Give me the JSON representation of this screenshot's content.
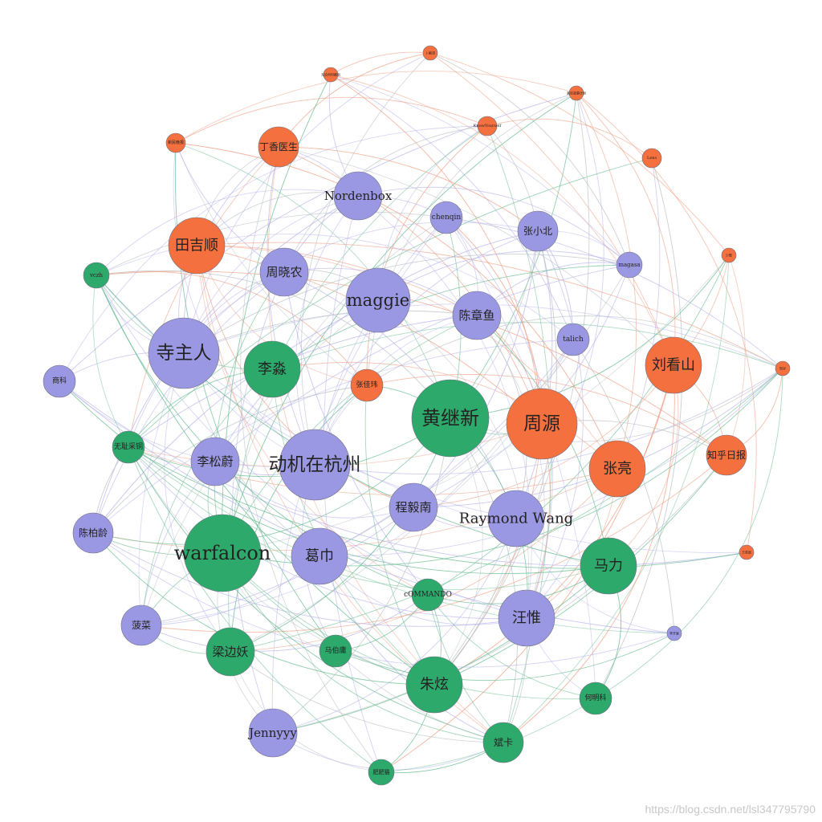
{
  "colors": {
    "orange": "#f4703f",
    "purple": "#9b98e3",
    "green": "#2daa6b",
    "edge_orange": "#ef9a7c",
    "edge_purple": "#b3b0ea",
    "edge_green": "#5fb98a",
    "edge_gray": "#b8bfc4"
  },
  "nodes": [
    {
      "id": "n_bushiyi",
      "label": "卜解语",
      "group": "orange",
      "weight": 1
    },
    {
      "id": "n_wulun",
      "label": "无论何时都别",
      "group": "orange",
      "weight": 1
    },
    {
      "id": "n_zhenshi",
      "label": "真实故事计划",
      "group": "orange",
      "weight": 1
    },
    {
      "id": "n_knowyourself",
      "label": "KnowYourself",
      "group": "orange",
      "weight": 2
    },
    {
      "id": "n_lens",
      "label": "Lens",
      "group": "orange",
      "weight": 2
    },
    {
      "id": "n_xinmin",
      "label": "新民晚报",
      "group": "orange",
      "weight": 2
    },
    {
      "id": "n_dingxiang",
      "label": "丁香医生",
      "group": "orange",
      "weight": 5
    },
    {
      "id": "n_o8",
      "label": "少数",
      "group": "orange",
      "weight": 1
    },
    {
      "id": "n_tianjishun",
      "label": "田吉顺",
      "group": "orange",
      "weight": 7
    },
    {
      "id": "n_liukanshan",
      "label": "刘看山",
      "group": "orange",
      "weight": 7
    },
    {
      "id": "n_o11",
      "label": "知乎",
      "group": "orange",
      "weight": 1
    },
    {
      "id": "n_zhangjiawei",
      "label": "张佳玮",
      "group": "orange",
      "weight": 4
    },
    {
      "id": "n_zhouyuan",
      "label": "周源",
      "group": "orange",
      "weight": 9
    },
    {
      "id": "n_zhangliang",
      "label": "张亮",
      "group": "orange",
      "weight": 7
    },
    {
      "id": "n_zhihudaily",
      "label": "知乎日报",
      "group": "orange",
      "weight": 5
    },
    {
      "id": "n_o16",
      "label": "王若辰",
      "group": "orange",
      "weight": 1
    },
    {
      "id": "n_nordenbox",
      "label": "Nordenbox",
      "group": "purple",
      "weight": 6
    },
    {
      "id": "n_chenqin",
      "label": "chenqin",
      "group": "purple",
      "weight": 4
    },
    {
      "id": "n_zhangxiaobei",
      "label": "张小北",
      "group": "purple",
      "weight": 5
    },
    {
      "id": "n_magasa",
      "label": "magasa",
      "group": "purple",
      "weight": 3
    },
    {
      "id": "n_zhouxiaonong",
      "label": "周晓农",
      "group": "purple",
      "weight": 6
    },
    {
      "id": "n_maggie",
      "label": "maggie",
      "group": "purple",
      "weight": 8
    },
    {
      "id": "n_chenzhangyu",
      "label": "陈章鱼",
      "group": "purple",
      "weight": 6
    },
    {
      "id": "n_talich",
      "label": "talich",
      "group": "purple",
      "weight": 4
    },
    {
      "id": "n_sizhuren",
      "label": "寺主人",
      "group": "purple",
      "weight": 9
    },
    {
      "id": "n_shangke",
      "label": "商科",
      "group": "purple",
      "weight": 4
    },
    {
      "id": "n_lisongwei",
      "label": "李松蔚",
      "group": "purple",
      "weight": 6
    },
    {
      "id": "n_dongji",
      "label": "动机在杭州",
      "group": "purple",
      "weight": 9
    },
    {
      "id": "n_chengyinan",
      "label": "程毅南",
      "group": "purple",
      "weight": 6
    },
    {
      "id": "n_raymond",
      "label": "Raymond Wang",
      "group": "purple",
      "weight": 7
    },
    {
      "id": "n_chenbailing",
      "label": "陈柏龄",
      "group": "purple",
      "weight": 5
    },
    {
      "id": "n_gejin",
      "label": "葛巾",
      "group": "purple",
      "weight": 7
    },
    {
      "id": "n_wangwei",
      "label": "汪惟",
      "group": "purple",
      "weight": 7
    },
    {
      "id": "n_bocai",
      "label": "菠菜",
      "group": "purple",
      "weight": 5
    },
    {
      "id": "n_jennyyy",
      "label": "Jennyyy",
      "group": "purple",
      "weight": 6
    },
    {
      "id": "n_p20",
      "label": "李开复",
      "group": "purple",
      "weight": 1
    },
    {
      "id": "n_vczh",
      "label": "vczh",
      "group": "green",
      "weight": 3
    },
    {
      "id": "n_limiao",
      "label": "李淼",
      "group": "green",
      "weight": 7
    },
    {
      "id": "n_huangjixin",
      "label": "黄继新",
      "group": "green",
      "weight": 10
    },
    {
      "id": "n_wuchi",
      "label": "无耻采铜",
      "group": "green",
      "weight": 4
    },
    {
      "id": "n_warfalcon",
      "label": "warfalcon",
      "group": "green",
      "weight": 10
    },
    {
      "id": "n_mali",
      "label": "马力",
      "group": "green",
      "weight": 7
    },
    {
      "id": "n_commando",
      "label": "cOMMANDO",
      "group": "green",
      "weight": 4
    },
    {
      "id": "n_liangbianyao",
      "label": "梁边妖",
      "group": "green",
      "weight": 6
    },
    {
      "id": "n_mabolong",
      "label": "马伯庸",
      "group": "green",
      "weight": 4
    },
    {
      "id": "n_zhuxuan",
      "label": "朱炫",
      "group": "green",
      "weight": 7
    },
    {
      "id": "n_hemingke",
      "label": "何明科",
      "group": "green",
      "weight": 4
    },
    {
      "id": "n_binka",
      "label": "斌卡",
      "group": "green",
      "weight": 5
    },
    {
      "id": "n_feifeimao",
      "label": "肥肥猫",
      "group": "green",
      "weight": 3
    }
  ],
  "watermark": "https://blog.csdn.net/lsl347795790"
}
